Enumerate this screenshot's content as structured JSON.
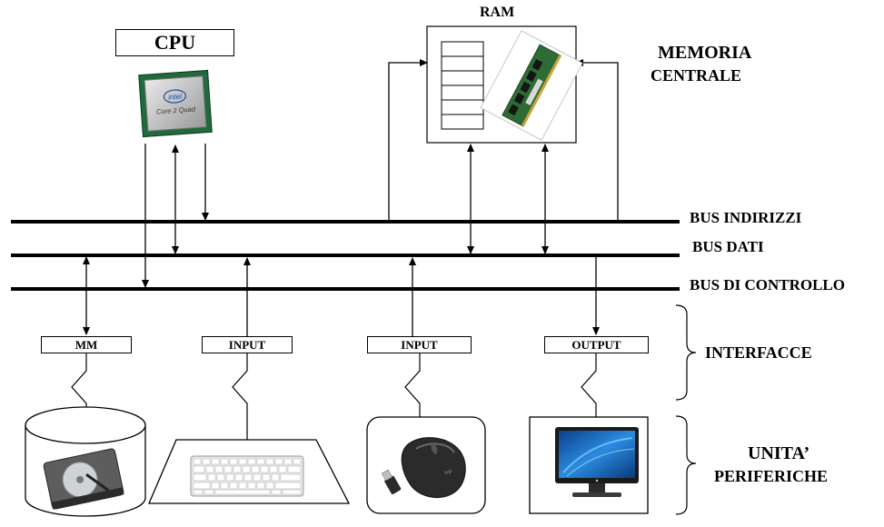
{
  "cpu": {
    "label": "CPU",
    "chip_brand": "intel",
    "chip_model": "Core 2 Quad"
  },
  "ram": {
    "label": "RAM"
  },
  "memoria": {
    "line1": "MEMORIA",
    "line2": "CENTRALE"
  },
  "buses": {
    "indirizzi": "BUS INDIRIZZI",
    "dati": "BUS DATI",
    "controllo": "BUS DI CONTROLLO"
  },
  "interfaces": {
    "mm": "MM",
    "input1": "INPUT",
    "input2": "INPUT",
    "output": "OUTPUT"
  },
  "groups": {
    "interfacce": "INTERFACCE",
    "unita_line1": "UNITA’",
    "unita_line2": "PERIFERICHE"
  },
  "colors": {
    "line": "#000000",
    "ram_module": "#2e6b35",
    "monitor_screen": "#1f6fc7",
    "device_dark": "#2b2b2b"
  },
  "icons": [
    "cpu-chip-icon",
    "ram-module-icon",
    "hard-disk-icon",
    "keyboard-icon",
    "mouse-icon",
    "usb-receiver-icon",
    "monitor-icon"
  ]
}
